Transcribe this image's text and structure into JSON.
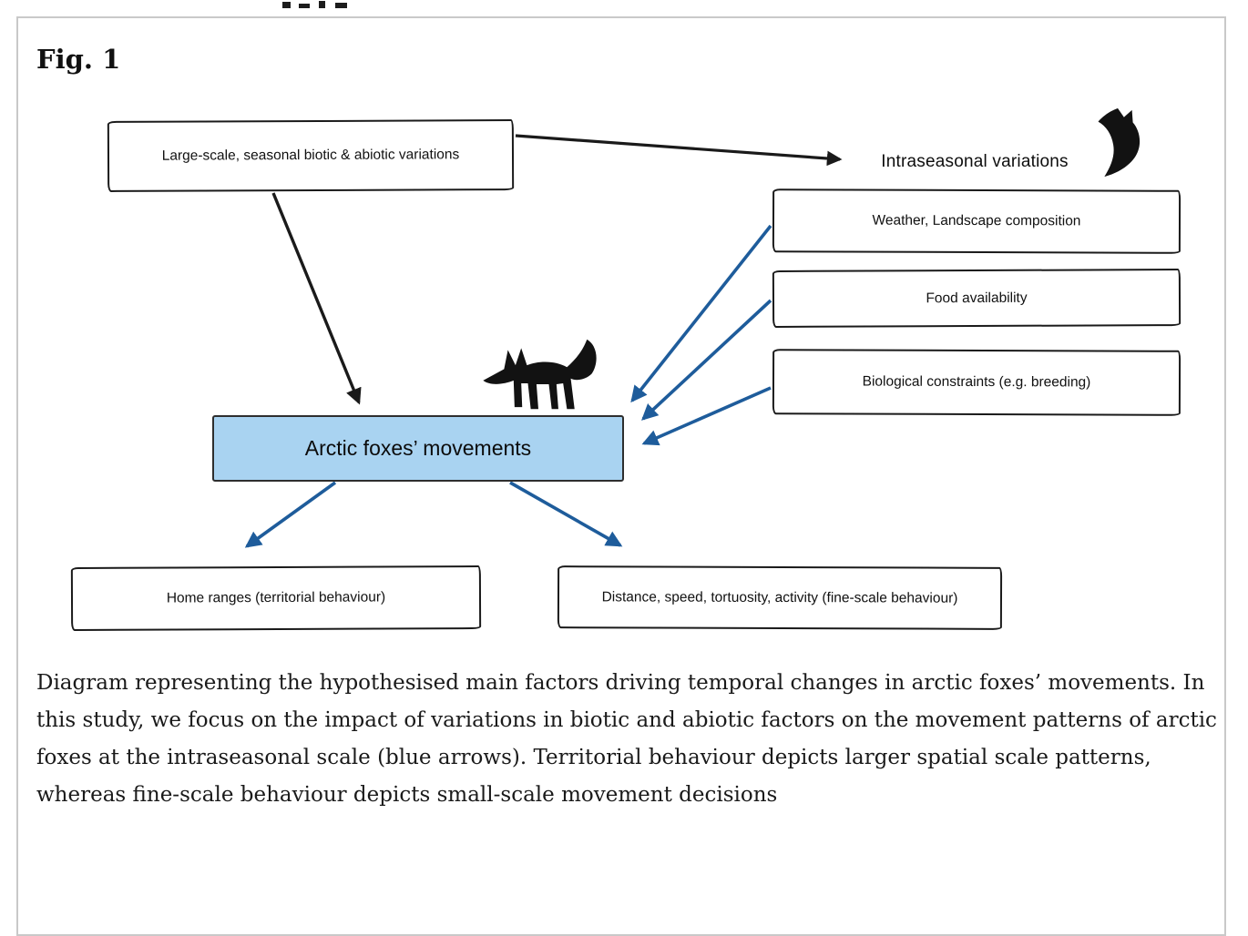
{
  "figure": {
    "label": "Fig. 1",
    "caption": "Diagram representing the hypothesised main factors driving temporal changes in arctic foxes’ movements. In this study, we focus on the impact of variations in biotic and abiotic factors on the movement patterns of arctic foxes at the intraseasonal scale (blue arrows). Territorial behaviour depicts larger spatial scale patterns, whereas fine-scale behaviour depicts small-scale movement decisions"
  },
  "diagram": {
    "nodes": {
      "large_scale": "Large-scale, seasonal biotic & abiotic variations",
      "intraseasonal": "Intraseasonal variations",
      "weather": "Weather, Landscape composition",
      "food": "Food availability",
      "biological": "Biological constraints (e.g. breeding)",
      "movements": "Arctic foxes’ movements",
      "home_ranges": "Home ranges (territorial behaviour)",
      "fine_scale": "Distance, speed, tortuosity, activity (fine-scale behaviour)"
    },
    "icons": {
      "standing_fox": "fox-standing-icon",
      "curled_fox": "fox-curled-icon"
    },
    "colors": {
      "movement_box_fill": "#a9d3f1",
      "blue_arrow": "#1e5c9b",
      "black_arrow": "#1a1a1a",
      "box_border": "#1a1a1a",
      "frame_border": "#c9c9c9"
    }
  }
}
